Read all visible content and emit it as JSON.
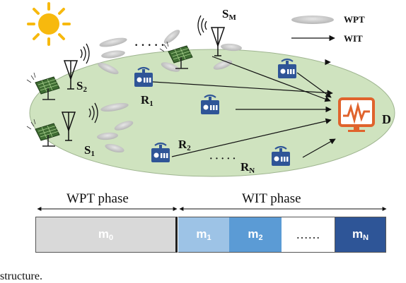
{
  "legend": {
    "wpt": "WPT",
    "wit": "WIT"
  },
  "nodes": {
    "s_m": "S",
    "s_m_sub": "M",
    "s_2": "S",
    "s_2_sub": "2",
    "s_1": "S",
    "s_1_sub": "1",
    "r_1": "R",
    "r_1_sub": "1",
    "r_2": "R",
    "r_2_sub": "2",
    "r_n": "R",
    "r_n_sub": "N",
    "d": "D"
  },
  "phases": {
    "wpt": "WPT phase",
    "wit": "WIT phase"
  },
  "slots": [
    {
      "m": "m",
      "sub": "0"
    },
    {
      "m": "m",
      "sub": "1"
    },
    {
      "m": "m",
      "sub": "2"
    },
    {
      "m": "……"
    },
    {
      "m": "m",
      "sub": "N"
    }
  ],
  "caption": "structure.",
  "colors": {
    "ground": "#cfe3bf",
    "relay": "#2f5597",
    "destination": "#e0632c",
    "sun": "#f7b90e",
    "slot0": "#d9d9d9",
    "slot1": "#9dc3e6",
    "slot2": "#5b9bd5",
    "slotN": "#2e5597"
  }
}
